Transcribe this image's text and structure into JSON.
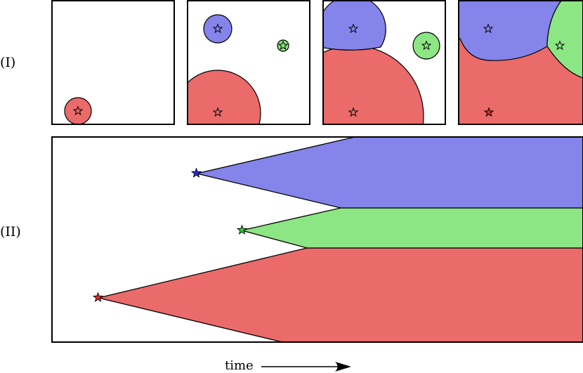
{
  "labels": {
    "row1": "(I)",
    "row2": "(II)",
    "time": "time"
  },
  "colors": {
    "red": "#EB6A6A",
    "blue": "#8484EA",
    "green": "#8CE683",
    "outline": "#000000",
    "background": "#FFFFFF"
  },
  "seeds": [
    {
      "name": "red",
      "star_fill_panel_I": "#EB6A6A",
      "star_fill_panel_II": "#E82A2A"
    },
    {
      "name": "blue",
      "star_fill_panel_I": "#8484EA",
      "star_fill_panel_II": "#2A2AE0"
    },
    {
      "name": "green",
      "star_fill_panel_I": "#8CE683",
      "star_fill_panel_II": "#2AD02A"
    }
  ]
}
